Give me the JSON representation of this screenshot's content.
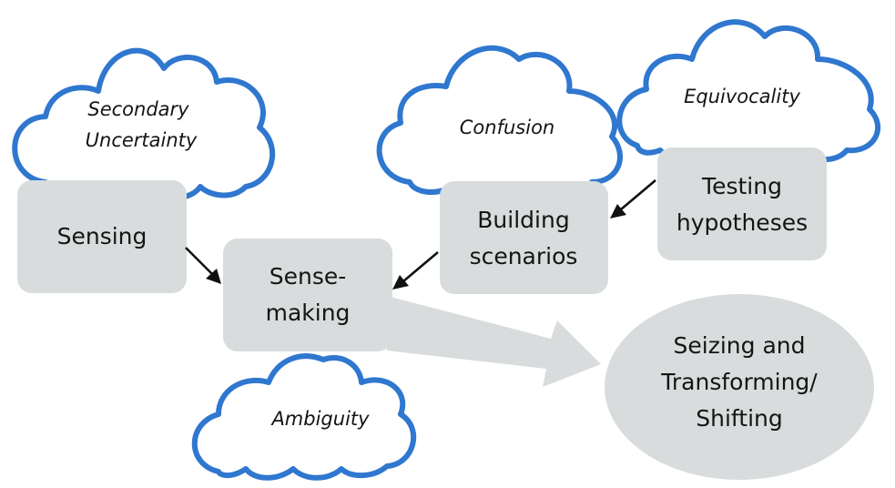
{
  "diagram": {
    "clouds": [
      {
        "id": "secondary-uncertainty",
        "lines": [
          "Secondary",
          "Uncertainty"
        ]
      },
      {
        "id": "confusion",
        "lines": [
          "Confusion"
        ]
      },
      {
        "id": "equivocality",
        "lines": [
          "Equivocality"
        ]
      },
      {
        "id": "ambiguity",
        "lines": [
          "Ambiguity"
        ]
      }
    ],
    "nodes": [
      {
        "id": "sensing",
        "lines": [
          "Sensing"
        ]
      },
      {
        "id": "sense-making",
        "lines": [
          "Sense-",
          "making"
        ]
      },
      {
        "id": "building-scenarios",
        "lines": [
          "Building",
          "scenarios"
        ]
      },
      {
        "id": "testing-hypotheses",
        "lines": [
          "Testing",
          "hypotheses"
        ]
      },
      {
        "id": "seizing-transforming",
        "lines": [
          "Seizing and",
          "Transforming/",
          "Shifting"
        ]
      }
    ],
    "edges": [
      {
        "from": "sensing",
        "to": "sense-making"
      },
      {
        "from": "testing-hypotheses",
        "to": "building-scenarios"
      },
      {
        "from": "building-scenarios",
        "to": "sense-making"
      },
      {
        "from": "sense-making",
        "to": "seizing-transforming",
        "style": "broad"
      }
    ],
    "colors": {
      "cloud_outline": "#2f77cf",
      "node_fill": "#d8dcdc",
      "text": "#151515"
    }
  }
}
